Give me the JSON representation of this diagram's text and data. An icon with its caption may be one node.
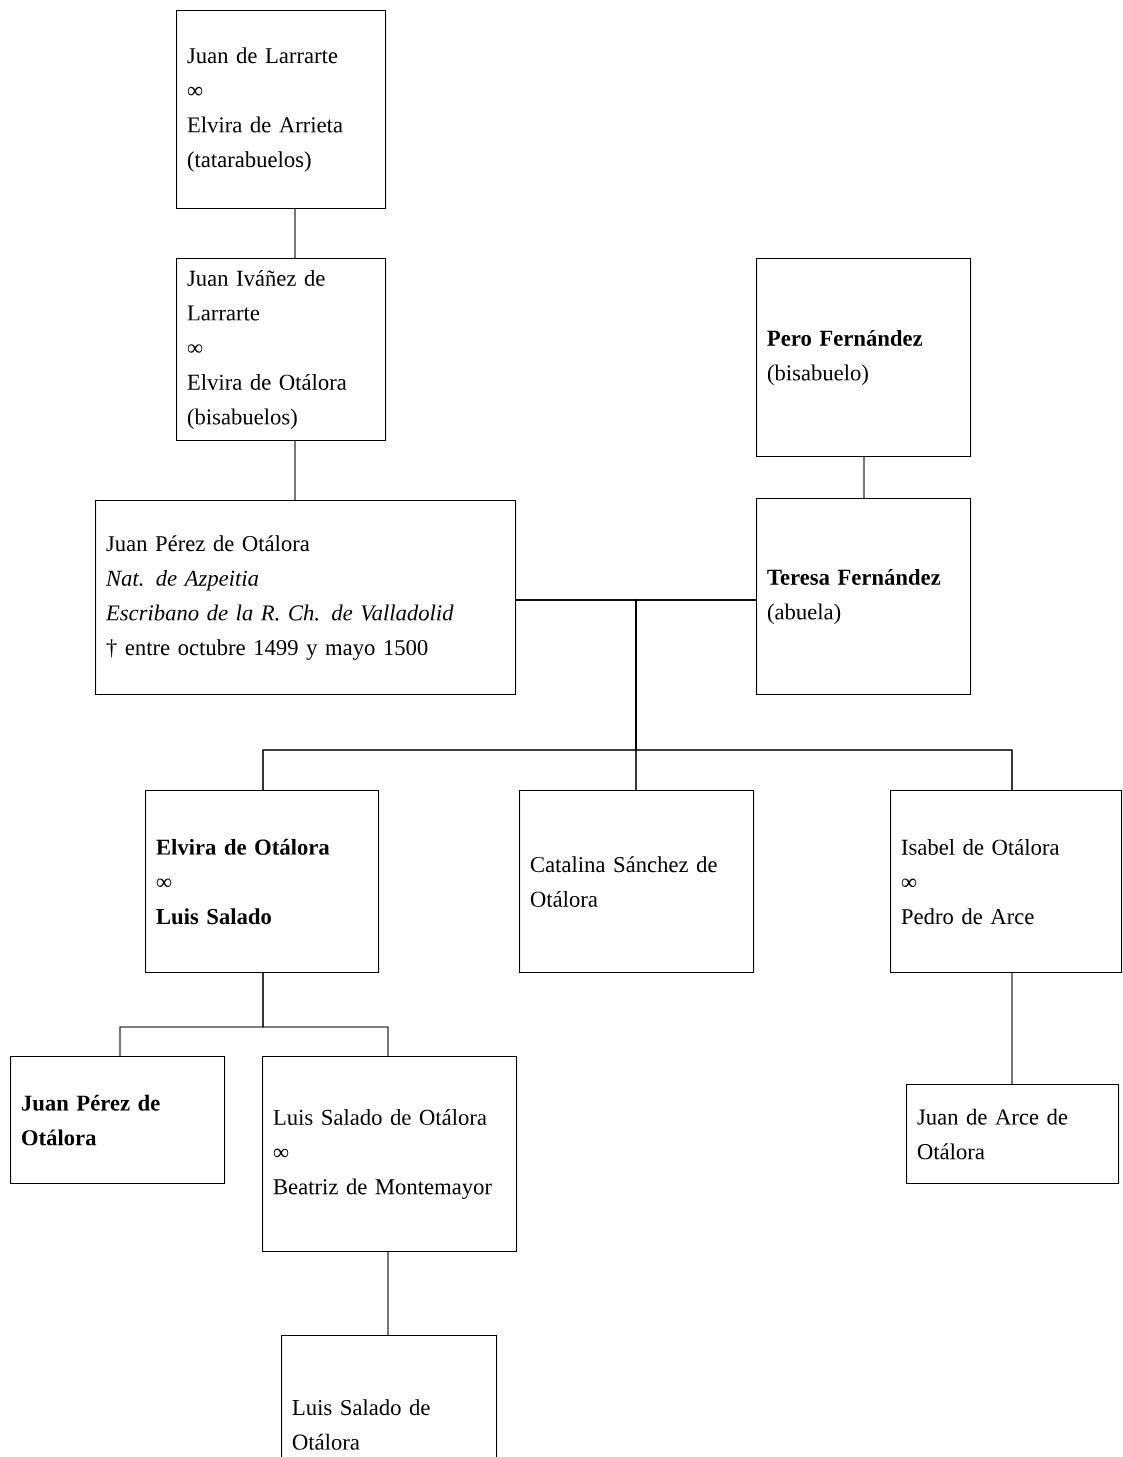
{
  "diagram": {
    "nodes": [
      {
        "text": [
          "Juan de Larrarte",
          "∞",
          "Elvira de Arrieta",
          "(tatarabuelos)"
        ]
      },
      {
        "text": [
          "Juan Iváñez de Larrarte",
          "∞",
          "Elvira de Otálora",
          "(bisabuelos)"
        ]
      },
      {
        "text": [
          "Pero Fernández",
          "(bisabuelo)"
        ]
      },
      {
        "text": [
          "Juan Pérez de Otálora",
          "Nat. de Azpeitia",
          "Escribano de la R. Ch. de Valladolid",
          "† entre octubre 1499 y mayo 1500"
        ]
      },
      {
        "text": [
          "Teresa Fernández",
          "(abuela)"
        ]
      },
      {
        "text": [
          "Elvira de Otálora",
          "∞",
          "Luis Salado"
        ]
      },
      {
        "text": [
          "Catalina Sánchez de Otálora"
        ]
      },
      {
        "text": [
          "Isabel de Otálora",
          "∞",
          "Pedro de Arce"
        ]
      },
      {
        "text": [
          "Juan Pérez de Otálora"
        ]
      },
      {
        "text": [
          "Luis Salado de Otálora",
          "∞",
          "Beatriz de Montemayor"
        ]
      },
      {
        "text": [
          "Juan de Arce de Otálora"
        ]
      },
      {
        "text": [
          "Luis Salado de Otálora"
        ]
      }
    ],
    "edges": [
      {
        "from": 0,
        "to": 1,
        "arrow": "none"
      },
      {
        "from": 1,
        "to": 3,
        "arrow": "none"
      },
      {
        "from": 2,
        "to": 4,
        "arrow": "none"
      },
      {
        "from": 3,
        "to": 4,
        "arrow": "none"
      },
      {
        "from": 3,
        "to": 5,
        "arrow": "none"
      },
      {
        "from": 4,
        "to": 5,
        "arrow": "none"
      },
      {
        "from": 3,
        "to": 6,
        "arrow": "none"
      },
      {
        "from": 4,
        "to": 6,
        "arrow": "none"
      },
      {
        "from": 3,
        "to": 7,
        "arrow": "none"
      },
      {
        "from": 4,
        "to": 7,
        "arrow": "none"
      },
      {
        "from": 5,
        "to": 8,
        "arrow": "none"
      },
      {
        "from": 5,
        "to": 9,
        "arrow": "none"
      },
      {
        "from": 9,
        "to": 11,
        "arrow": "none"
      },
      {
        "from": 7,
        "to": 10,
        "arrow": "none"
      }
    ]
  }
}
